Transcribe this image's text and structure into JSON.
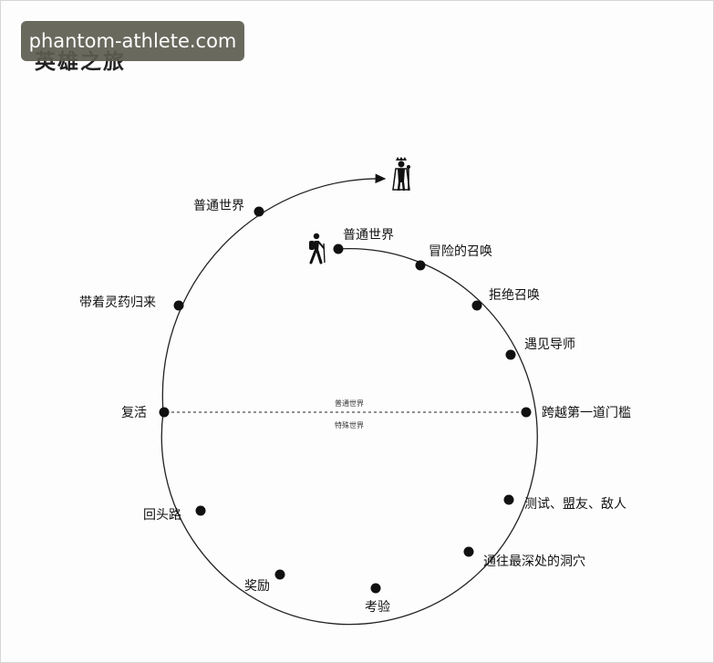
{
  "title": "英雄之旅",
  "watermark": "phantom-athlete.com",
  "divider": {
    "upper": "普通世界",
    "lower": "特殊世界"
  },
  "stages": [
    "普通世界",
    "冒险的召唤",
    "拒绝召唤",
    "遇见导师",
    "跨越第一道门槛",
    "测试、盟友、敌人",
    "通往最深处的洞穴",
    "考验",
    "奖励",
    "回头路",
    "复活",
    "带着灵药归来",
    "普通世界"
  ],
  "icons": {
    "start": "hiker-icon",
    "end": "king-icon"
  }
}
